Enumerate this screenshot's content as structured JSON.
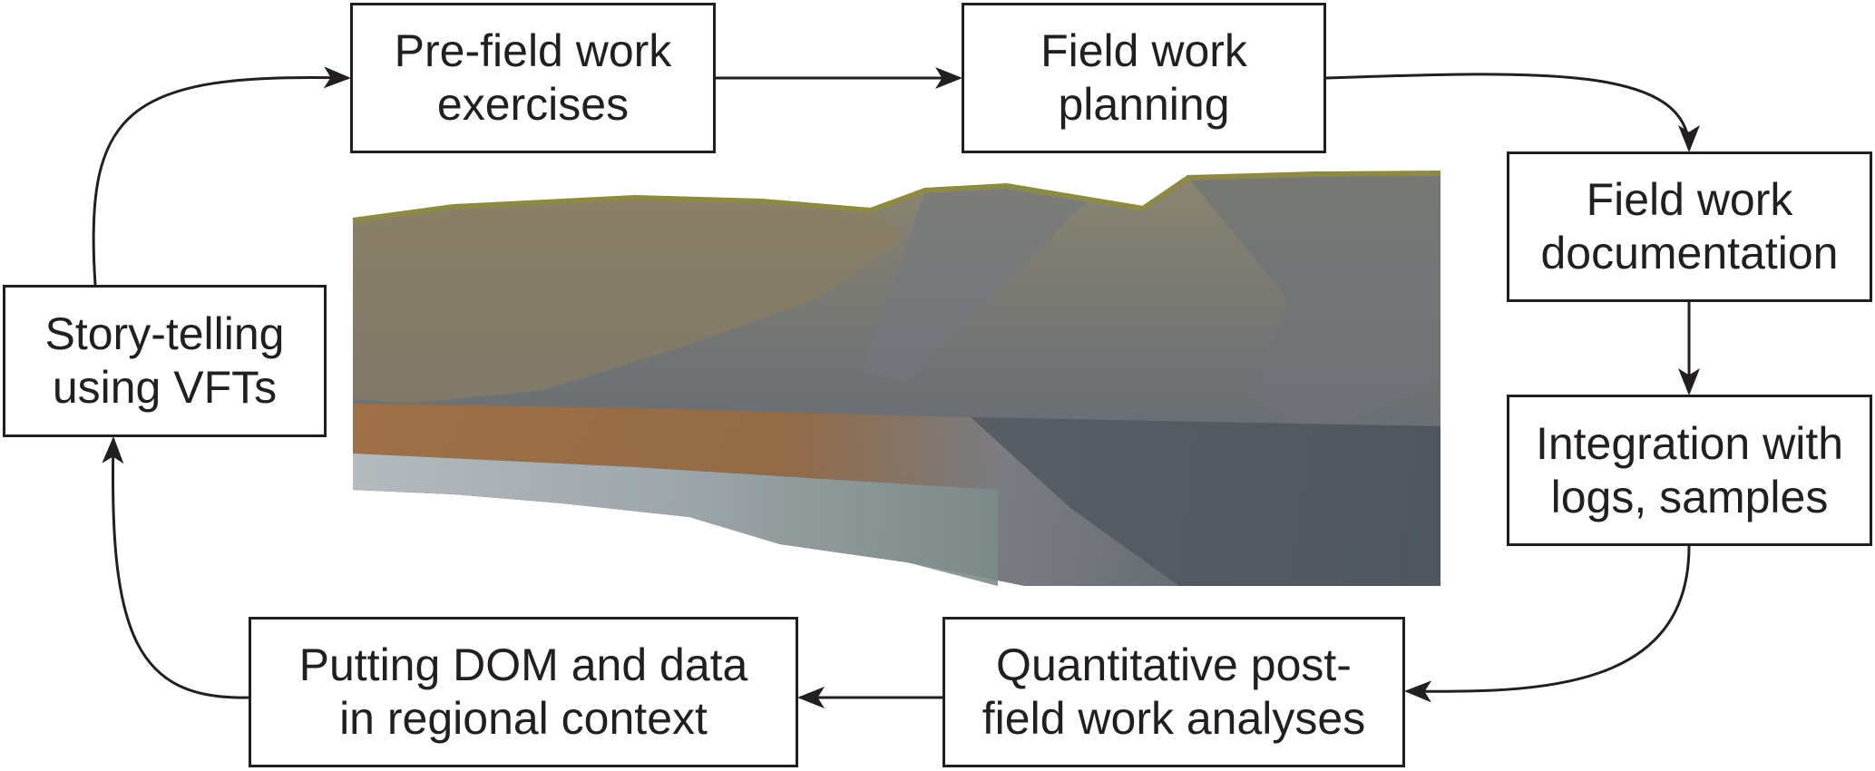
{
  "nodes": {
    "prefield": "Pre-field work\nexercises",
    "planning": "Field work\nplanning",
    "documentation": "Field work\ndocumentation",
    "integration": "Integration with\nlogs, samples",
    "quantitative": "Quantitative post-\nfield work analyses",
    "regional": "Putting DOM and data\nin regional context",
    "storytelling": "Story-telling\nusing VFTs"
  },
  "colors": {
    "line": "#231f20"
  }
}
